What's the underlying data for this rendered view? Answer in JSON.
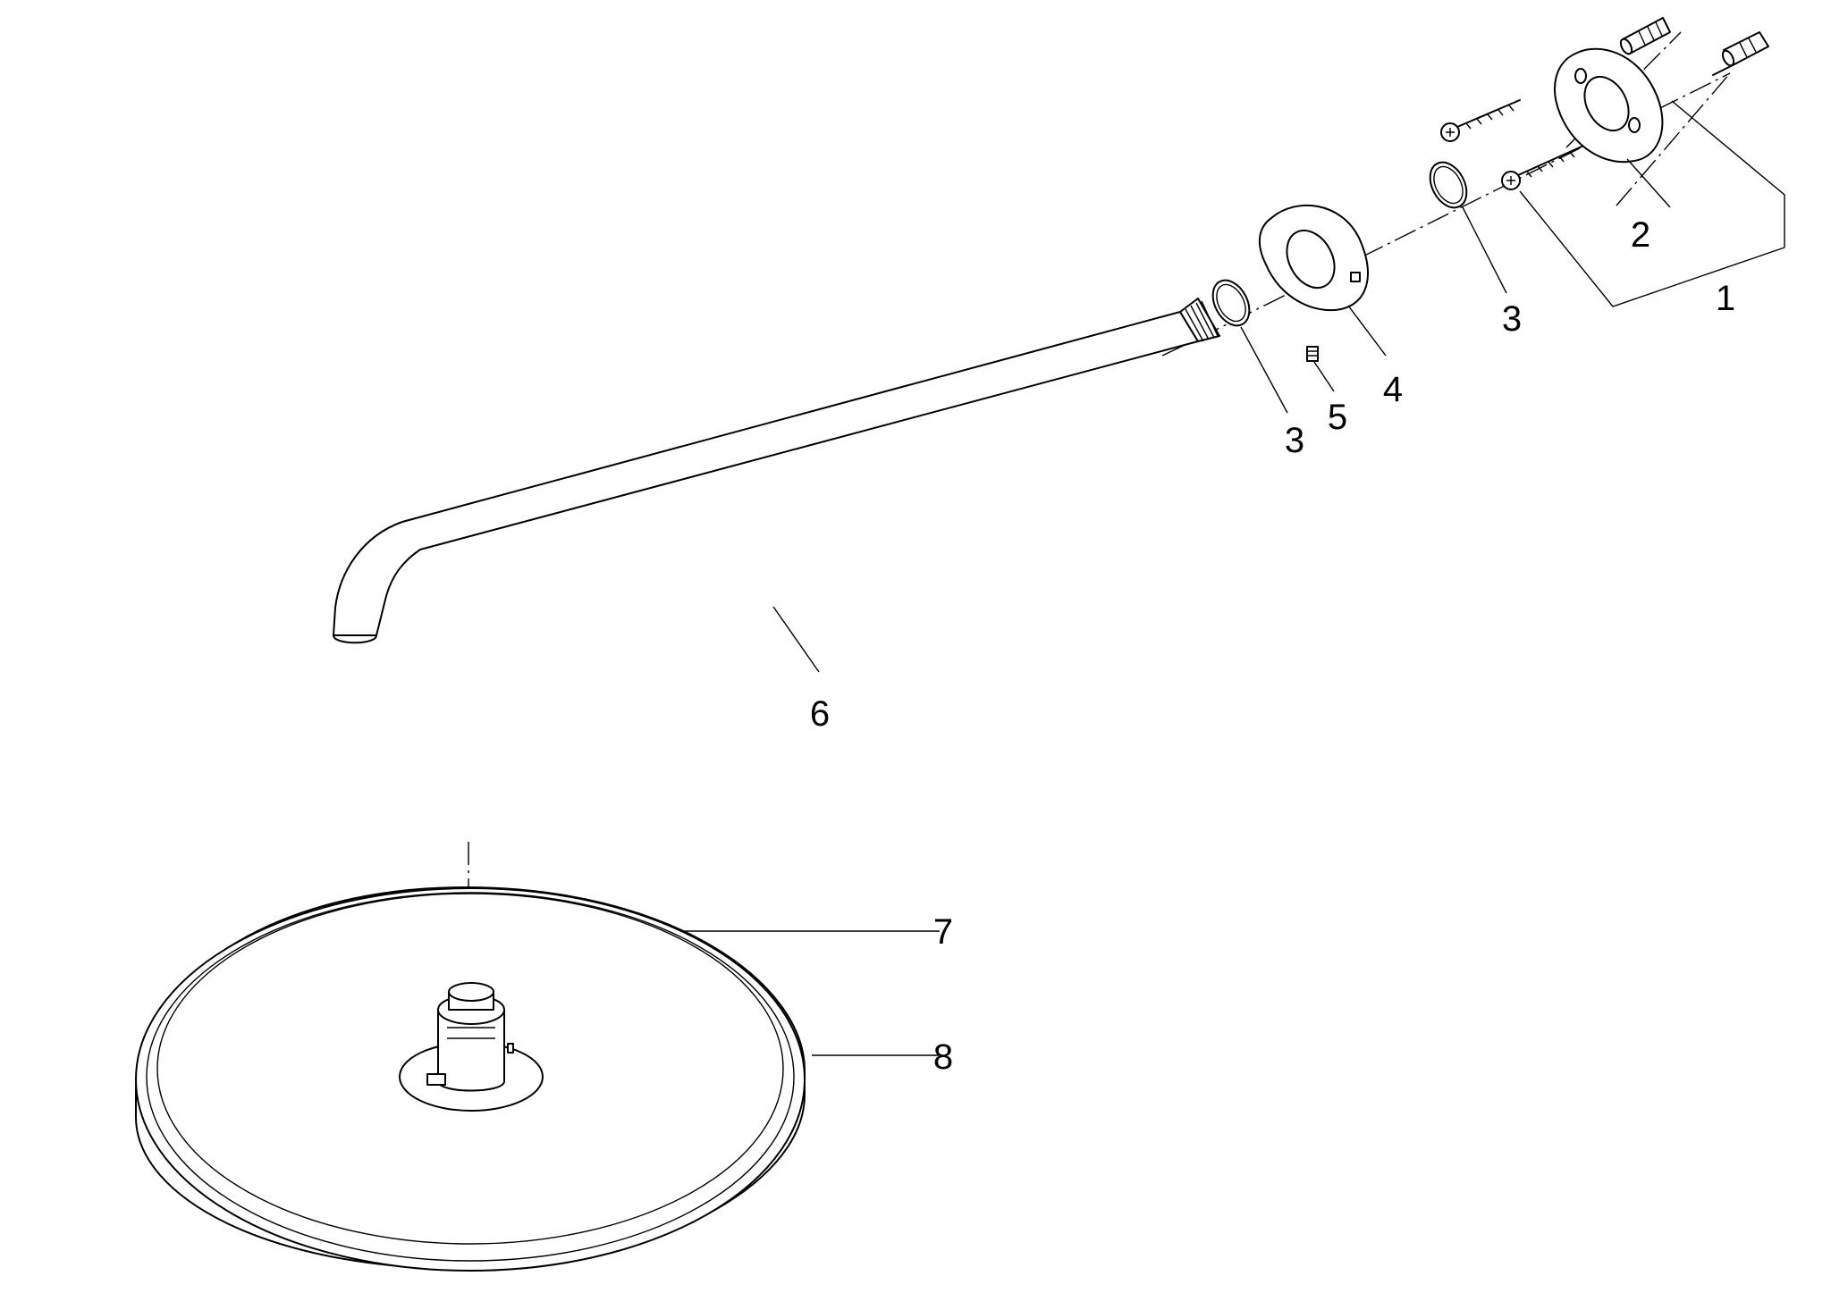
{
  "labels": {
    "part_1": "1",
    "part_2": "2",
    "part_3_wall": "3",
    "part_3_arm": "3",
    "part_4": "4",
    "part_5": "5",
    "part_6": "6",
    "part_7": "7",
    "part_8": "8"
  }
}
